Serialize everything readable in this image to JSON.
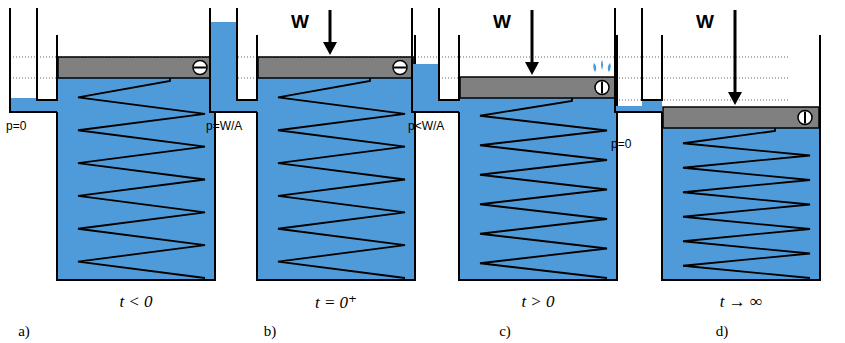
{
  "diagram": {
    "labels": [
      "W",
      "W",
      "W",
      "p=0",
      "p=W/A",
      "p<W/A",
      "p=0",
      "t < 0",
      "t = 0⁺",
      "t > 0",
      "t → ∞",
      "a)",
      "b)",
      "c)",
      "d)"
    ]
  }
}
